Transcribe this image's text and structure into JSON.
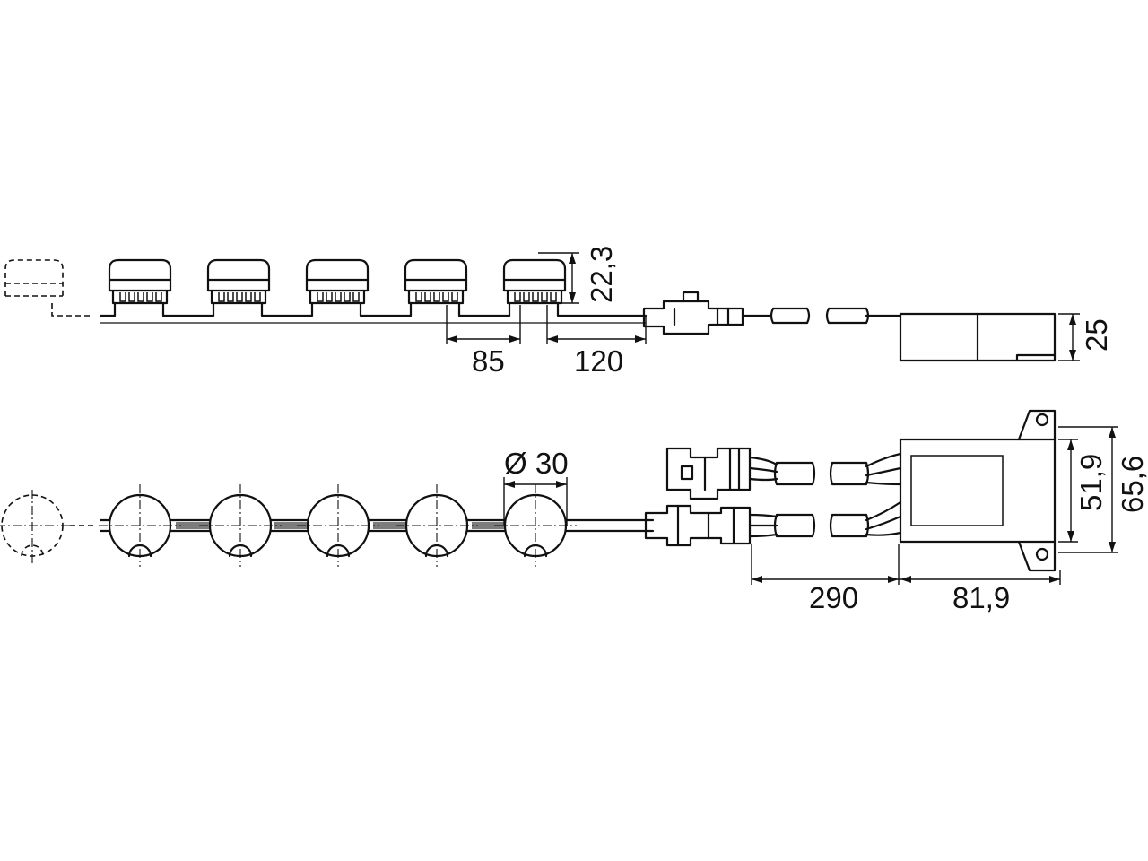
{
  "dimensions": {
    "pitch": "85",
    "lead_length": "120",
    "lamp_height": "22,3",
    "box_height": "25",
    "lamp_diameter": "Ø 30",
    "cable_length": "290",
    "box_length": "81,9",
    "box_width_inner": "51,9",
    "box_width_outer": "65,6"
  },
  "colors": {
    "line": "#111111",
    "background": "#ffffff"
  }
}
